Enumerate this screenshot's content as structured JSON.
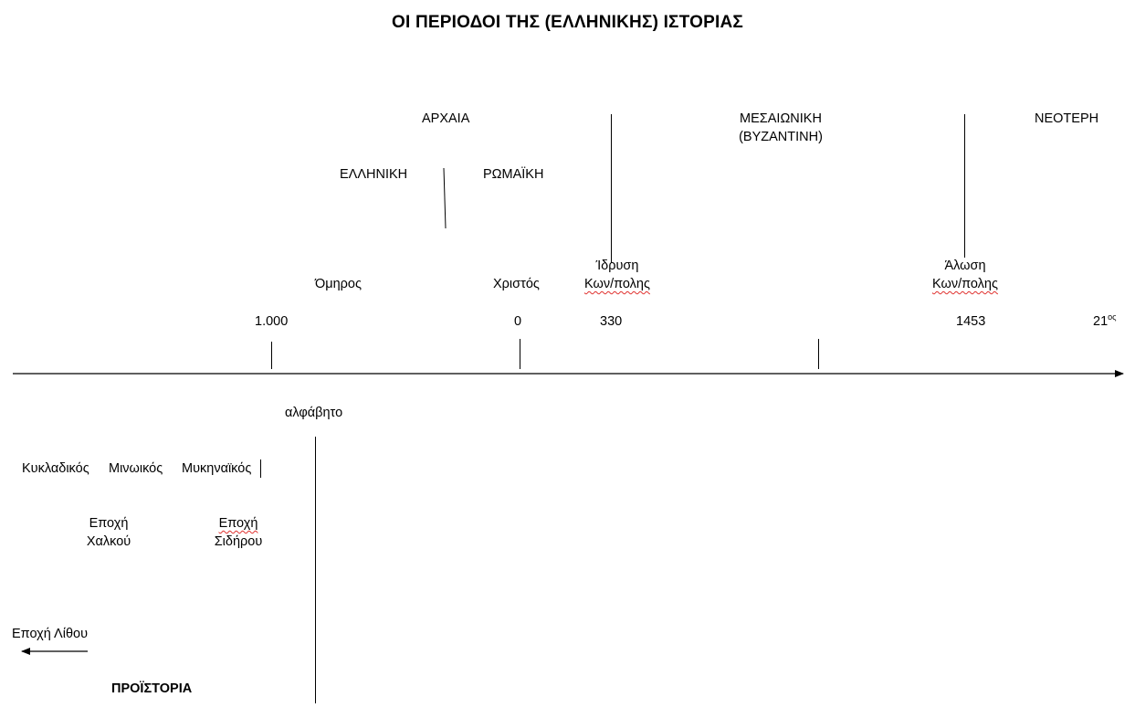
{
  "title": "ΟΙ ΠΕΡΙΟΔΟΙ ΤΗΣ (ΕΛΛΗΝΙΚΗΣ) ΙΣΤΟΡΙΑΣ",
  "periods": {
    "ancient": "ΑΡΧΑΙΑ",
    "greek": "ΕΛΛΗΝΙΚΗ",
    "roman": "ΡΩΜΑΪΚΗ",
    "medieval_1": "ΜΕΣΑΙΩΝΙΚΗ",
    "medieval_2": "(ΒΥΖΑΝΤΙΝΗ)",
    "modern": "ΝΕΟΤΕΡΗ"
  },
  "events": {
    "homer": "Όμηρος",
    "christ": "Χριστός",
    "founding_1": "Ίδρυση",
    "founding_2": "Κων/πολης",
    "fall_1": "Άλωση",
    "fall_2": "Κων/πολης"
  },
  "dates": {
    "d1000": "1.000",
    "d0": "0",
    "d330": "330",
    "d1453": "1453",
    "d21_num": "21",
    "d21_sup": "ος"
  },
  "prehistory": {
    "alphabet": "αλφάβητο",
    "cycladic": "Κυκλαδικός",
    "minoan": "Μινωικός",
    "mycenaean": "Μυκηναϊκός",
    "bronze_1": "Εποχή",
    "bronze_2": "Χαλκού",
    "iron_1": "Εποχή",
    "iron_2": "Σιδήρου",
    "stone_age": "Εποχή Λίθου",
    "label": "ΠΡΟΪΣΤΟΡΙΑ"
  }
}
